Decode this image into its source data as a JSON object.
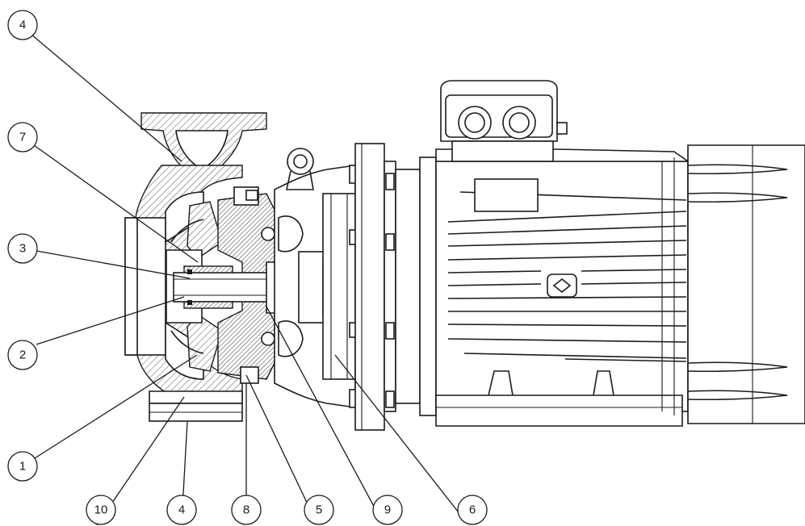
{
  "callouts": {
    "c4_top": "4",
    "c7": "7",
    "c3": "3",
    "c2": "2",
    "c1": "1",
    "c10": "10",
    "c4_bottom": "4",
    "c8": "8",
    "c5": "5",
    "c9": "9",
    "c6": "6"
  }
}
